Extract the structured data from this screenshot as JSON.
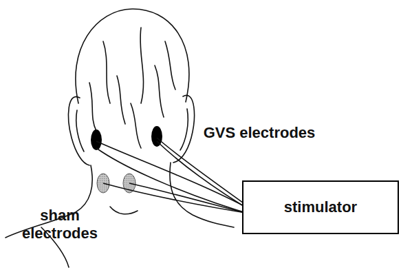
{
  "diagram": {
    "nodes": [
      {
        "text": [
          "stimulator"
        ]
      }
    ],
    "labels": [
      "GVS electrodes",
      "sham electrodes"
    ]
  }
}
